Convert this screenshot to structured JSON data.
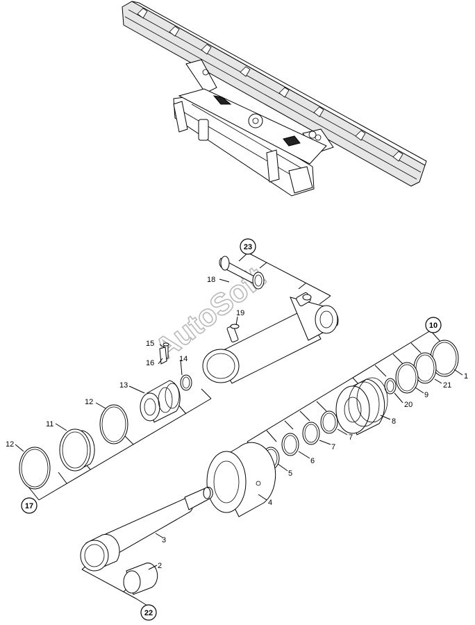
{
  "watermark": "AutoSoft",
  "callouts": [
    {
      "id": "c1",
      "label": "1"
    },
    {
      "id": "c2",
      "label": "2"
    },
    {
      "id": "c3",
      "label": "3"
    },
    {
      "id": "c4",
      "label": "4"
    },
    {
      "id": "c5",
      "label": "5"
    },
    {
      "id": "c6",
      "label": "6"
    },
    {
      "id": "c7a",
      "label": "7"
    },
    {
      "id": "c7b",
      "label": "7"
    },
    {
      "id": "c8",
      "label": "8"
    },
    {
      "id": "c9",
      "label": "9"
    },
    {
      "id": "c11",
      "label": "11"
    },
    {
      "id": "c12a",
      "label": "12"
    },
    {
      "id": "c12b",
      "label": "12"
    },
    {
      "id": "c13",
      "label": "13"
    },
    {
      "id": "c14",
      "label": "14"
    },
    {
      "id": "c15",
      "label": "15"
    },
    {
      "id": "c16",
      "label": "16"
    },
    {
      "id": "c18",
      "label": "18"
    },
    {
      "id": "c19",
      "label": "19"
    },
    {
      "id": "c20",
      "label": "20"
    },
    {
      "id": "c21",
      "label": "21"
    }
  ],
  "kits": [
    {
      "id": "k10",
      "label": "10"
    },
    {
      "id": "k17",
      "label": "17"
    },
    {
      "id": "k22",
      "label": "22"
    },
    {
      "id": "k23",
      "label": "23"
    }
  ]
}
